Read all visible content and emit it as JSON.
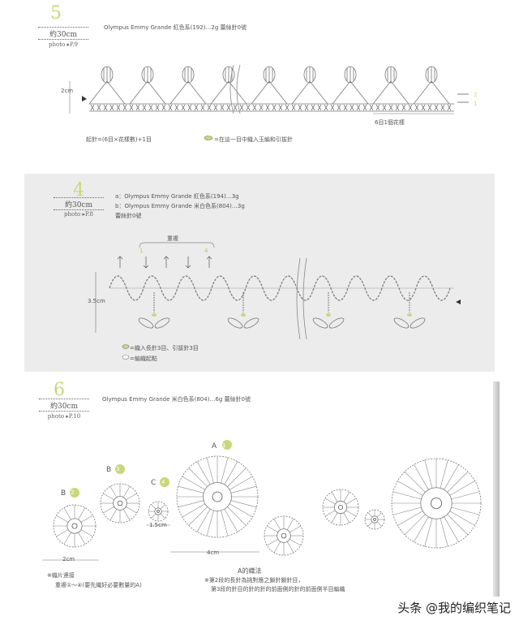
{
  "accent_color": "#c9d77a",
  "pattern5": {
    "number": "5",
    "length": "約30cm",
    "photo": "photo ▸P.9",
    "materials": "Olympus Emmy Grande 紅色系(192)…2g 蕾絲針0號",
    "height_label": "2cm",
    "repeat_label": "6目1個花樣",
    "formula": "起針=(6目×花樣數)+1目",
    "legend": "=在這一目中織入玉編和引拔針",
    "row_markers": [
      "2",
      "1"
    ]
  },
  "pattern4": {
    "number": "4",
    "length": "約30cm",
    "photo": "photo ▸P.8",
    "material_a": "a：Olympus Emmy Grande 紅色系(194)…3g",
    "material_b": "b：Olympus Emmy Grande 米白色系(804)…3g",
    "hook": "蕾絲針0號",
    "repeat_label": "重複",
    "repeat_markers": [
      "1",
      "4"
    ],
    "height_label": "3.5cm",
    "legend_1": "=織入長針3目、引拔針3目",
    "legend_2": "=編織起點"
  },
  "pattern6": {
    "number": "6",
    "length": "約30cm",
    "photo": "photo ▸P.10",
    "materials": "Olympus Emmy Grande 米白色系(804)…6g 蕾絲針0號",
    "motifs": [
      {
        "letter": "B",
        "step": "2"
      },
      {
        "letter": "B",
        "step": "3"
      },
      {
        "letter": "C",
        "step": "4"
      },
      {
        "letter": "A",
        "step": "1"
      }
    ],
    "size_b": "2cm",
    "size_c": "1.5cm",
    "size_a": "4cm",
    "note_title": "※織片連接",
    "note_body": "重複①～④(要先織好必要數量的A)",
    "method_title": "A的織法",
    "method_line1": "※第2段的長針為挑對應之鎖針鎖針目，",
    "method_line2": "第3段的針目的針的針的前面側的針的前面側半目編織"
  },
  "watermark": "头条 @我的编织笔记"
}
